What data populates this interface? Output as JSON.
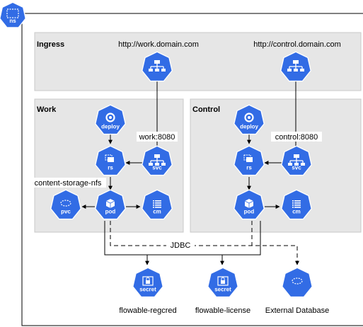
{
  "colors": {
    "k8s_blue": "#326CE5",
    "k8s_border": "#ffffff",
    "panel_fill": "#E6E6E6",
    "panel_border": "#C8C8C8",
    "line": "#000000"
  },
  "namespace": {
    "badge_label": "ns",
    "icon": "namespace-icon"
  },
  "groups": {
    "ingress": "Ingress",
    "work": "Work",
    "control": "Control"
  },
  "ingress": {
    "work_url": "http://work.domain.com",
    "control_url": "http://control.domain.com"
  },
  "work": {
    "deploy": "deploy",
    "rs": "rs",
    "svc": "svc",
    "pvc": "pvc",
    "pod": "pod",
    "cm": "cm",
    "svc_port": "work:8080",
    "storage": "content-storage-nfs"
  },
  "control": {
    "deploy": "deploy",
    "rs": "rs",
    "svc": "svc",
    "pod": "pod",
    "cm": "cm",
    "svc_port": "control:8080"
  },
  "jdbc_label": "JDBC",
  "bottom": {
    "secret1_icon": "secret",
    "secret2_icon": "secret",
    "secret1_label": "flowable-regcred",
    "secret2_label": "flowable-license",
    "db_label": "External Database"
  }
}
